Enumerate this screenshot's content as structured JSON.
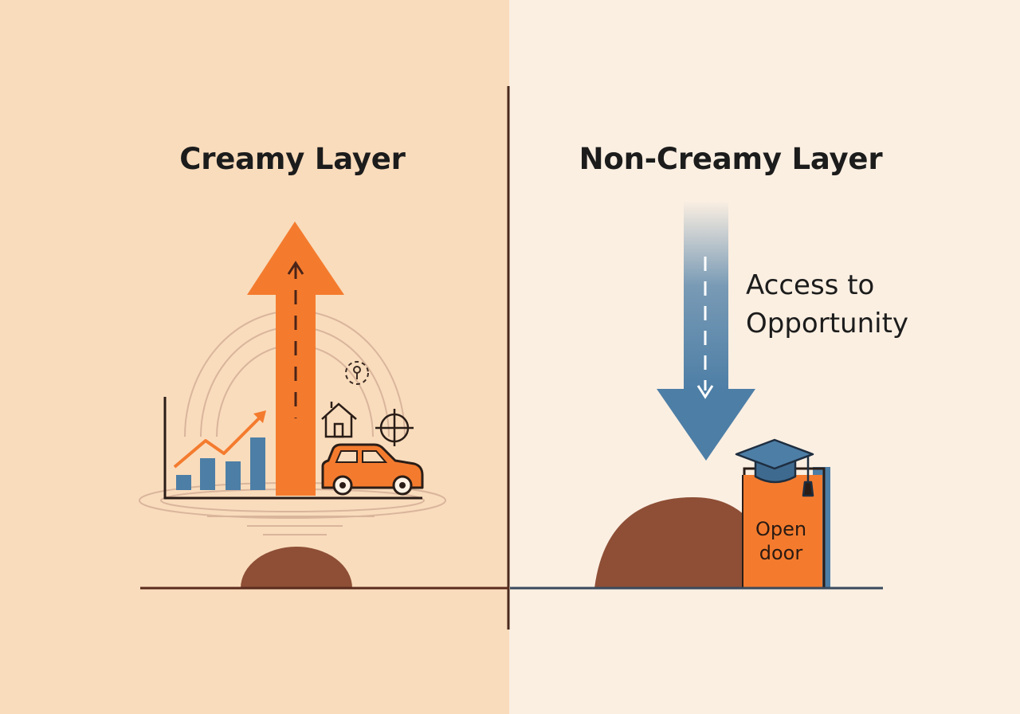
{
  "colors": {
    "left_background": "#f9dcbc",
    "right_background": "#fbefe2",
    "orange_accent": "#f47b2e",
    "blue_accent": "#4d7ea6",
    "mound_brown": "#8e4f36",
    "ink": "#1c1c1c"
  },
  "left_panel": {
    "title": "Creamy Layer",
    "icons": [
      "upward-arrow-icon",
      "bar-chart-icon",
      "trend-arrow-icon",
      "house-icon",
      "car-icon",
      "target-icon",
      "location-badge-icon",
      "ripple-icon"
    ]
  },
  "right_panel": {
    "title": "Non-Creamy Layer",
    "arrow_label": "Access to\nOpportunity",
    "door_label": "Open\ndoor",
    "icons": [
      "downward-arrow-icon",
      "graduation-cap-icon",
      "door-icon"
    ]
  }
}
